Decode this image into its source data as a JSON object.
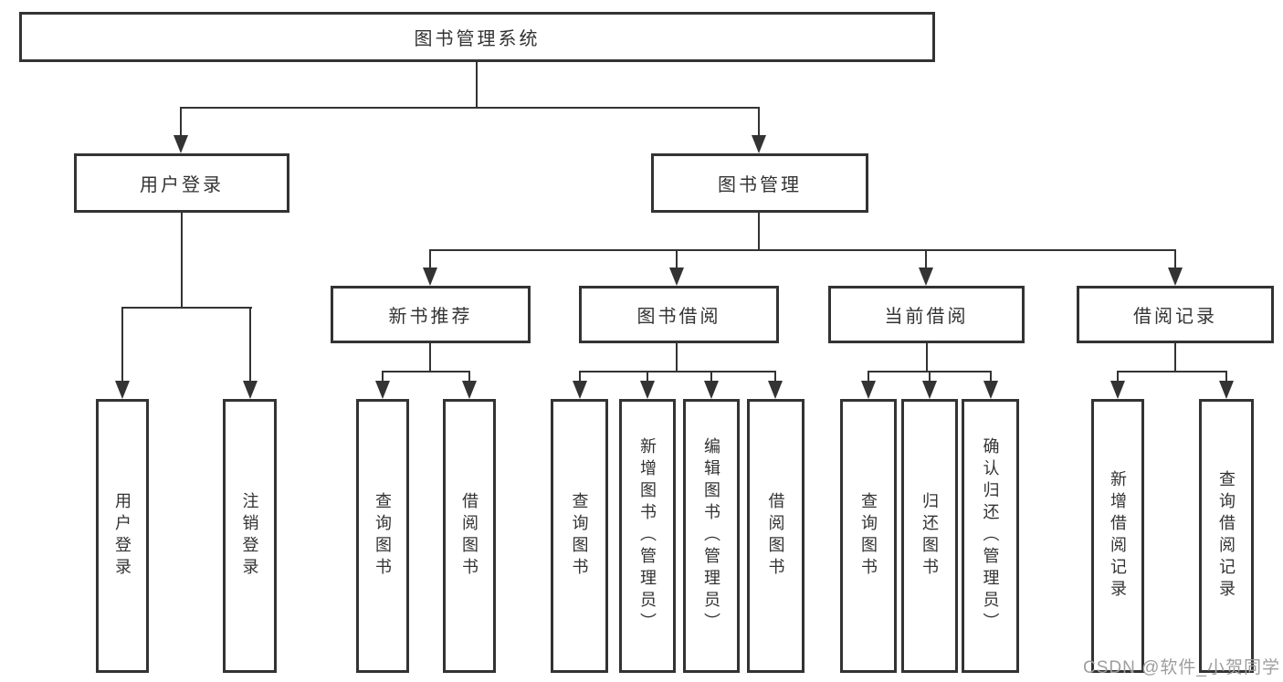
{
  "diagram_type": "hierarchy-tree",
  "nodes": {
    "root": {
      "label": "图书管理系统"
    },
    "level2": [
      {
        "label": "用户登录"
      },
      {
        "label": "图书管理"
      }
    ],
    "level3": [
      {
        "label": "新书推荐",
        "parent": "图书管理"
      },
      {
        "label": "图书借阅",
        "parent": "图书管理"
      },
      {
        "label": "当前借阅",
        "parent": "图书管理"
      },
      {
        "label": "借阅记录",
        "parent": "图书管理"
      }
    ],
    "leaves": [
      {
        "label": "用户登录",
        "parent": "用户登录"
      },
      {
        "label": "注销登录",
        "parent": "用户登录"
      },
      {
        "label": "查询图书",
        "parent": "新书推荐"
      },
      {
        "label": "借阅图书",
        "parent": "新书推荐"
      },
      {
        "label": "查询图书",
        "parent": "图书借阅"
      },
      {
        "label": "新增图书（管理员）",
        "parent": "图书借阅"
      },
      {
        "label": "编辑图书（管理员）",
        "parent": "图书借阅"
      },
      {
        "label": "借阅图书",
        "parent": "图书借阅"
      },
      {
        "label": "查询图书",
        "parent": "当前借阅"
      },
      {
        "label": "归还图书",
        "parent": "当前借阅"
      },
      {
        "label": "确认归还（管理员）",
        "parent": "当前借阅"
      },
      {
        "label": "新增借阅记录",
        "parent": "借阅记录"
      },
      {
        "label": "查询借阅记录",
        "parent": "借阅记录"
      }
    ]
  },
  "watermark": "CSDN @软件_小贺同学",
  "colors": {
    "line": "#333333",
    "text": "#333333",
    "watermark": "#9e9e9e",
    "background": "#ffffff"
  }
}
